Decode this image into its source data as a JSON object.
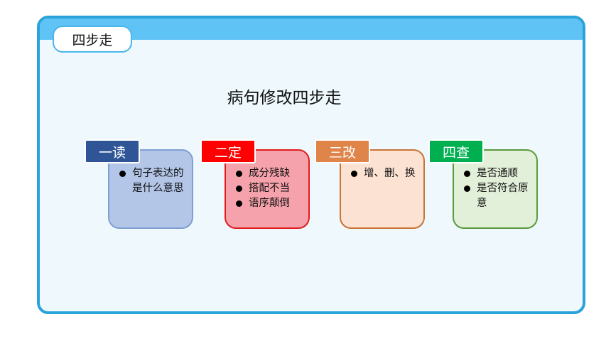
{
  "tab_label": "四步走",
  "title": "病句修改四步走",
  "steps": [
    {
      "label": "一读",
      "items": [
        "句子表达的是什么意思"
      ]
    },
    {
      "label": "二定",
      "items": [
        "成分残缺",
        "搭配不当",
        "语序颠倒"
      ]
    },
    {
      "label": "三改",
      "items": [
        "增、删、换"
      ]
    },
    {
      "label": "四查",
      "items": [
        "是否通顺",
        "是否符合原意"
      ]
    }
  ],
  "colors": {
    "frame": "#2aa3d9",
    "band": "#5fc3f5",
    "step1": "#2f5597",
    "step2": "#ff0000",
    "step3": "#e0854a",
    "step4": "#00b050"
  }
}
